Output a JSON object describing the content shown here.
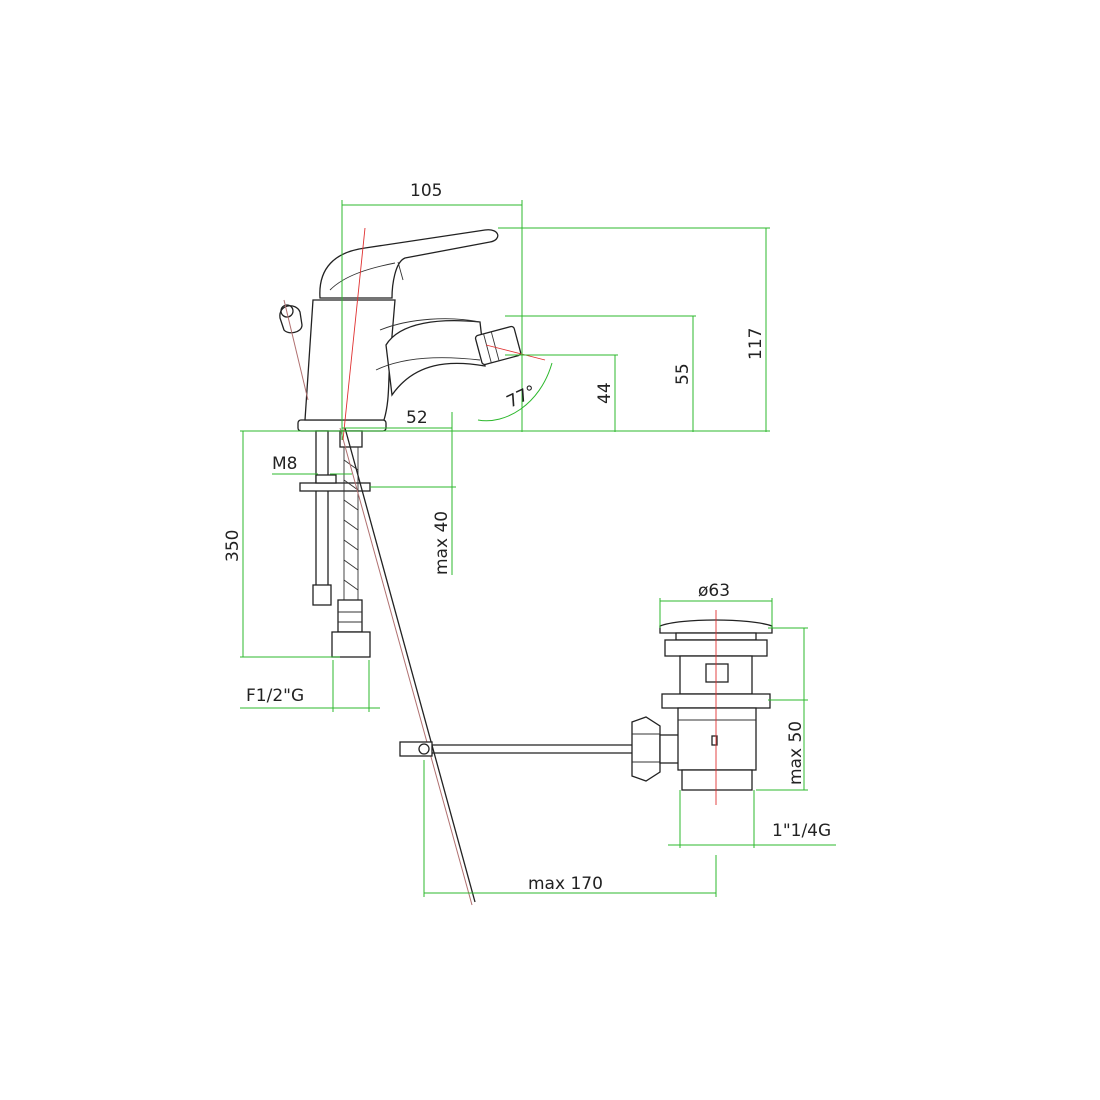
{
  "dimensions": {
    "overall_width": "105",
    "overall_height": "117",
    "spout_height": "55",
    "outlet_height": "44",
    "spout_reach": "52",
    "angle": "77°",
    "stud_thread": "M8",
    "hose_length": "350",
    "max_deck": "max 40",
    "hose_connection": "F1/2\"G",
    "drain_diameter": "ø63",
    "drain_max_height": "max 50",
    "drain_thread": "1\"1/4G",
    "rod_max": "max 170"
  },
  "colors": {
    "outline": "#222222",
    "dimension_lines": "#2db82d",
    "center_axis": "#e03030"
  }
}
